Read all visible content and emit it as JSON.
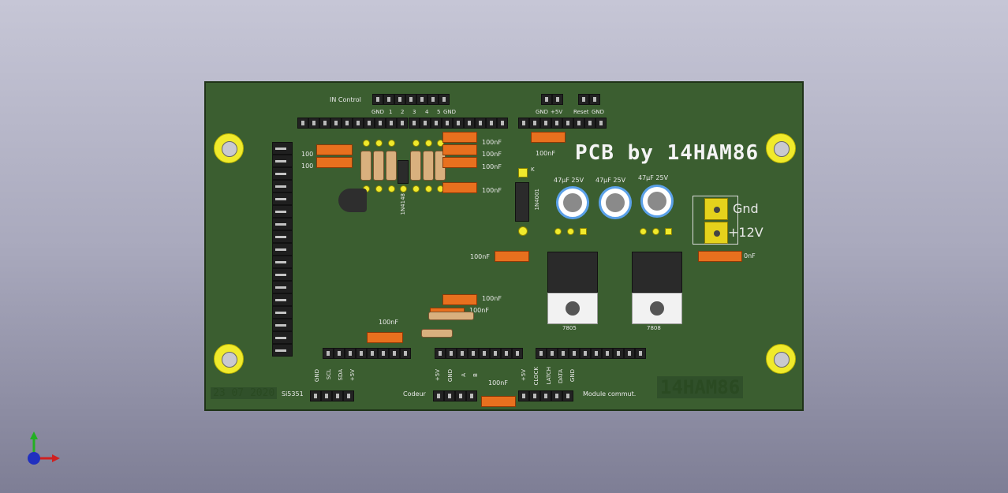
{
  "window": {
    "title": "3D Viewer"
  },
  "board": {
    "title": "PCB by 14HAM86",
    "signature": "14HAM86",
    "date": "23 07 2020",
    "colors": {
      "substrate": "#3b5e30",
      "silkscreen": "#e8e8e8",
      "pads": "#f0ea2c",
      "capacitor": "#e8701e"
    }
  },
  "labels": {
    "in_control": "IN Control",
    "in_pins": [
      "GND",
      "1",
      "2",
      "3",
      "4",
      "5",
      "GND"
    ],
    "power_header": [
      "GND",
      "+5V"
    ],
    "reset_header": [
      "Reset",
      "GND"
    ],
    "cap_100nf": "100nF",
    "cap_100n_partial": "100",
    "elcap": "47µF 25V",
    "diode": "1N4001",
    "diode_k": "K",
    "diode_small": "1N4148",
    "reg1": "7805",
    "reg2": "7808",
    "terminal_gnd": "Gnd",
    "terminal_12v": "+12V",
    "cap_right_partial": "0nF",
    "si_pins": [
      "GND",
      "SCL",
      "SDA",
      "+5V"
    ],
    "si_name": "Si5351",
    "coder_pins": [
      "+5V",
      "GND",
      "A",
      "B"
    ],
    "coder_name": "Codeur",
    "module_pins": [
      "+5V",
      "CLOCK",
      "LATCH",
      "DATA",
      "GND"
    ],
    "module_name": "Module commut."
  },
  "icons": {
    "axes": "xyz-axes-icon"
  }
}
